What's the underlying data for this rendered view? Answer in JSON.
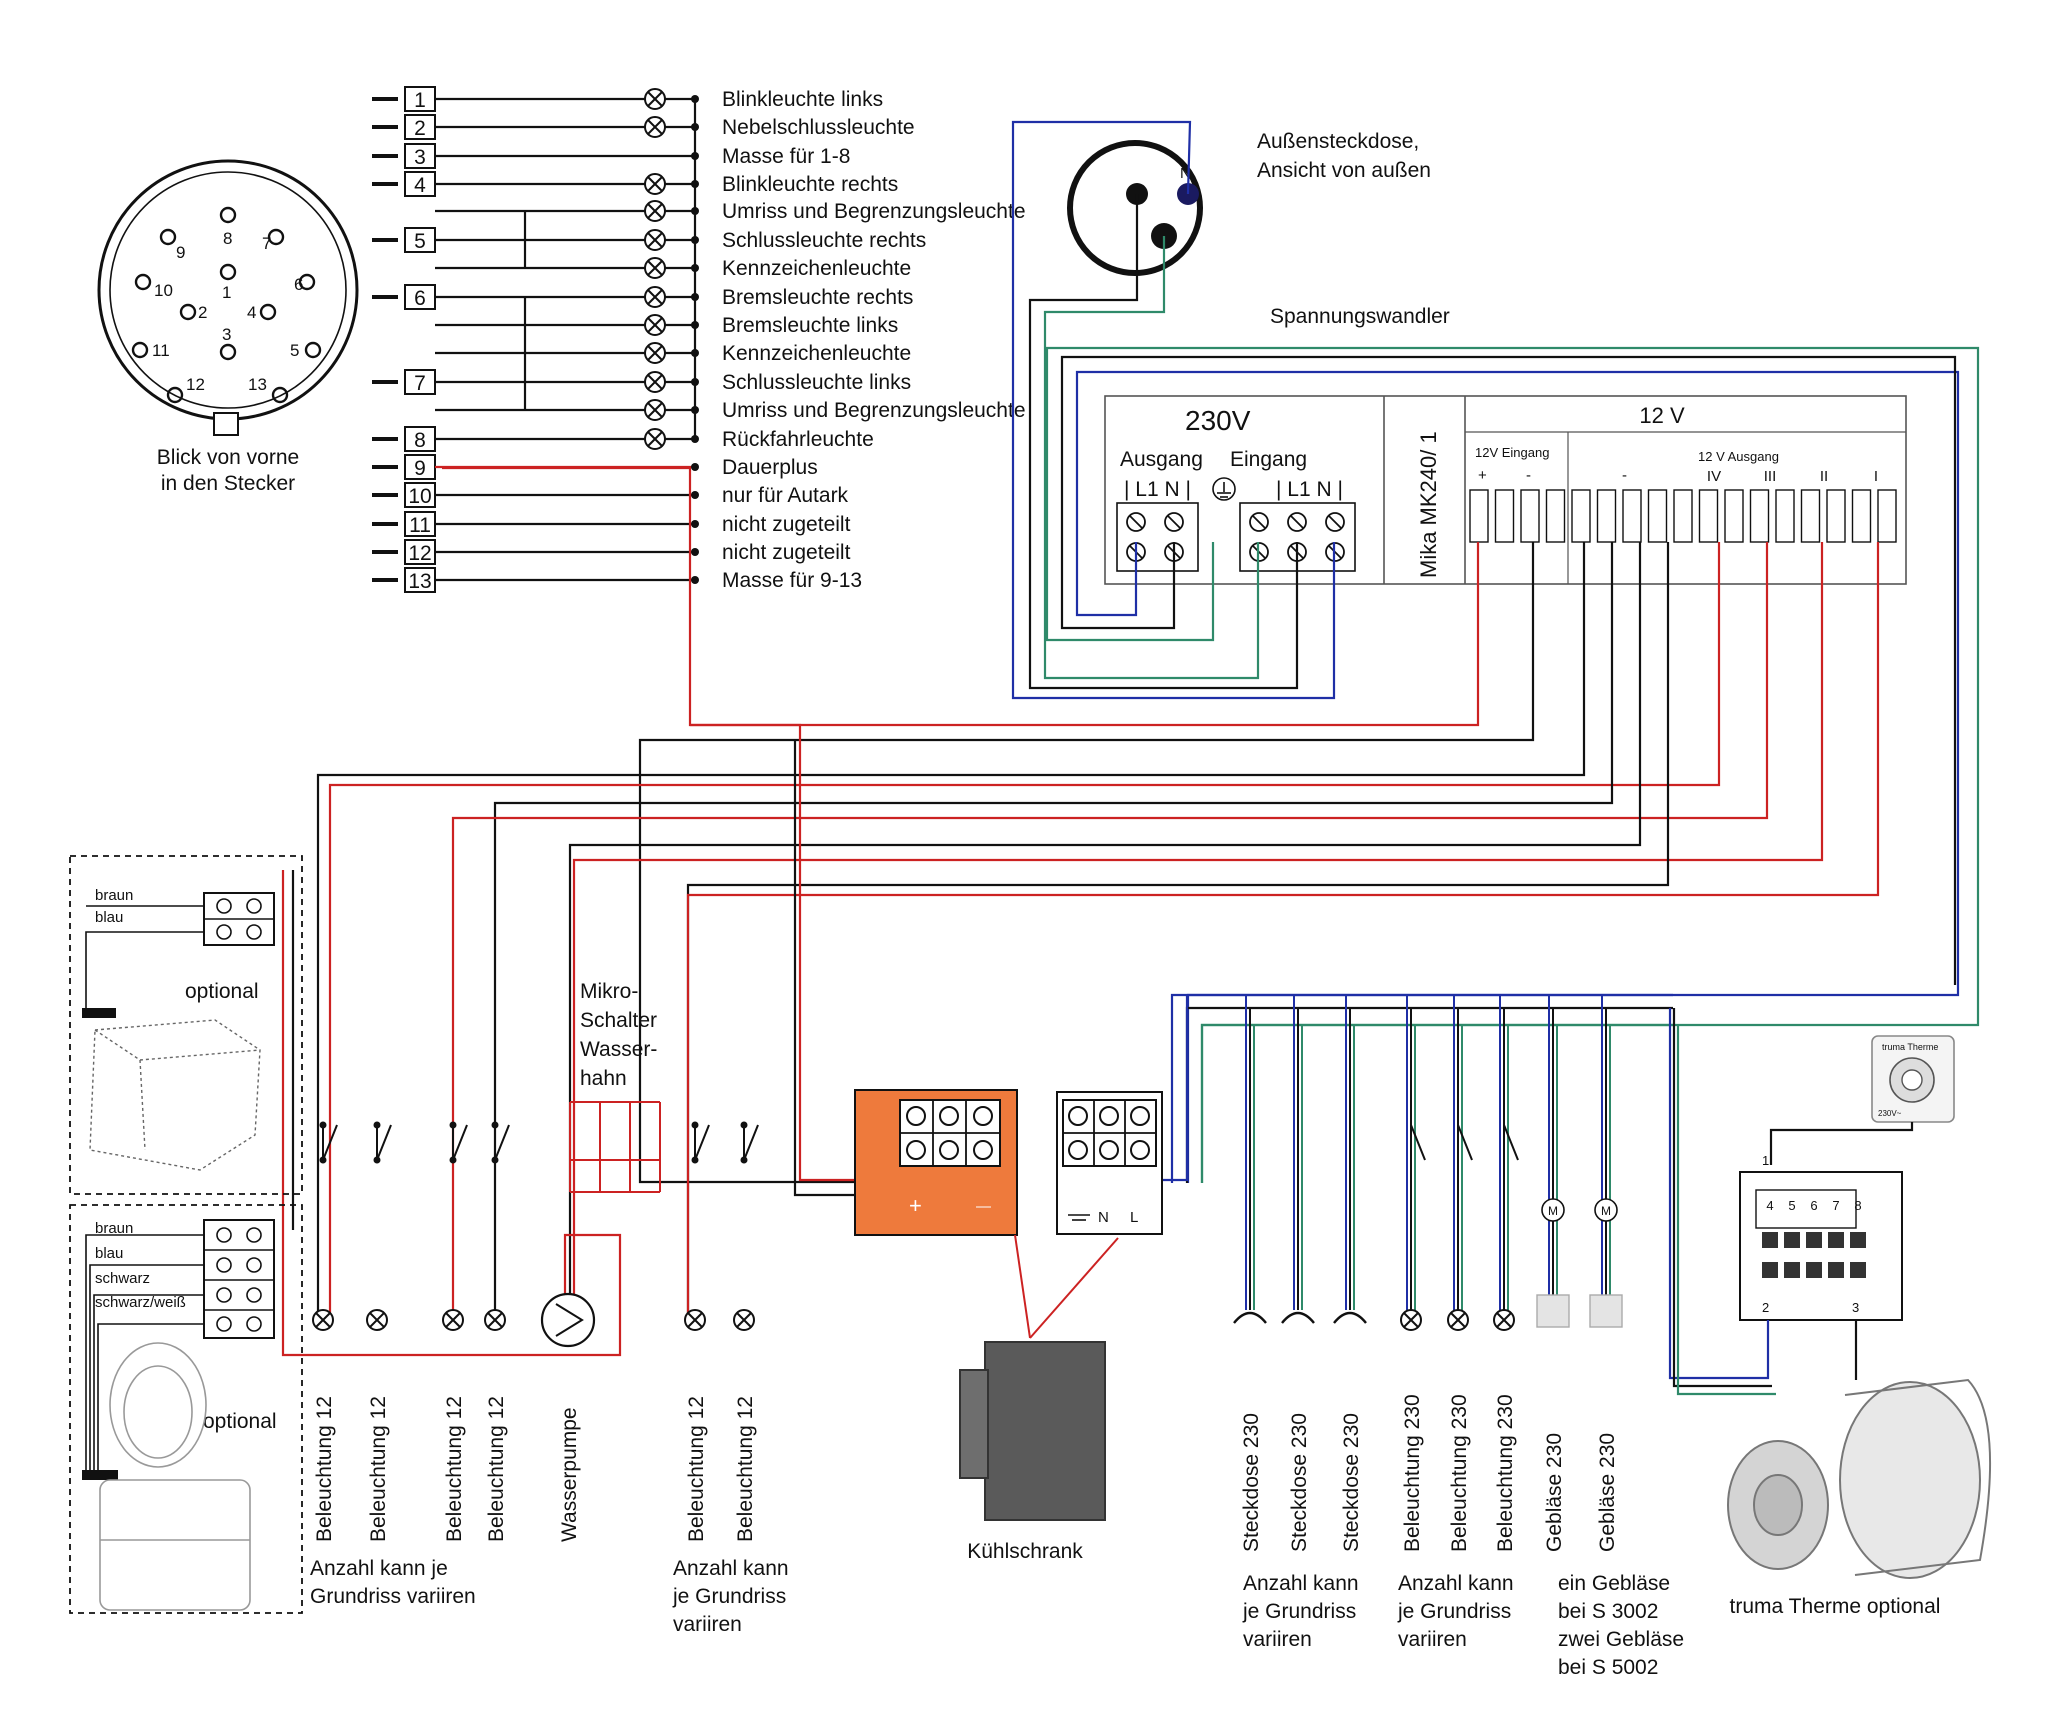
{
  "plug": {
    "pins": [
      "1",
      "2",
      "3",
      "4",
      "5",
      "6",
      "7",
      "8",
      "9",
      "10",
      "11",
      "12",
      "13"
    ],
    "caption_line1": "Blick von vorne",
    "caption_line2": "in den Stecker"
  },
  "plug_connectors": [
    "1",
    "2",
    "3",
    "4",
    "5",
    "6",
    "7",
    "8",
    "9",
    "10",
    "11",
    "12",
    "13"
  ],
  "plug_functions": [
    "Blinkleuchte links",
    "Nebelschlussleuchte",
    "Masse für 1-8",
    "Blinkleuchte rechts",
    "Umriss und Begrenzungsleuchte",
    "Schlussleuchte rechts",
    "Kennzeichenleuchte",
    "Bremsleuchte rechts",
    "Bremsleuchte links",
    "Kennzeichenleuchte",
    "Schlussleuchte links",
    "Umriss und Begrenzungsleuchte",
    "Rückfahrleuchte",
    "Dauerplus",
    "nur für Autark",
    "nicht zugeteilt",
    "nicht zugeteilt",
    "Masse für 9-13"
  ],
  "socket": {
    "title_line1": "Außensteckdose,",
    "title_line2": "Ansicht von außen",
    "pin_n": "N"
  },
  "converter": {
    "title": "Spannungswandler",
    "voltage_230": "230V",
    "ausgang": "Ausgang",
    "eingang": "Eingang",
    "terminals_out": "| L1 N |",
    "terminals_in": "| L1 N |",
    "model": "Mika MK240/ 1",
    "voltage_12": "12 V",
    "in_12v": "12V Eingang",
    "out_12v": "12 V Ausgang",
    "plus": "+",
    "minus": "-",
    "minus_out": "-",
    "outputs": [
      "IV",
      "III",
      "II",
      "I"
    ]
  },
  "left_loads": [
    "Beleuchtung 12",
    "Beleuchtung 12",
    "Beleuchtung 12",
    "Beleuchtung 12",
    "Wasserpumpe",
    "Beleuchtung 12",
    "Beleuchtung 12"
  ],
  "left_note_1": [
    "Anzahl kann je",
    "Grundriss variiren"
  ],
  "left_note_2": [
    "Anzahl kann",
    "je Grundriss",
    "variiren"
  ],
  "micro_switch": [
    "Mikro-",
    "Schalter",
    "Wasser-",
    "hahn"
  ],
  "optional_box_1": {
    "wires": [
      "braun",
      "blau"
    ],
    "label": "optional"
  },
  "optional_box_2": {
    "wires": [
      "braun",
      "blau",
      "schwarz",
      "schwarz/weiß"
    ],
    "label": "optional"
  },
  "fridge": {
    "label": "Kühlschrank",
    "plus": "+",
    "minus": "—",
    "n": "N",
    "l": "L"
  },
  "right_loads": [
    "Steckdose 230",
    "Steckdose 230",
    "Steckdose 230",
    "Beleuchtung 230",
    "Beleuchtung 230",
    "Beleuchtung 230",
    "Gebläse 230",
    "Gebläse 230"
  ],
  "motor_symbol": "M",
  "right_note_1": [
    "Anzahl kann",
    "je Grundriss",
    "variiren"
  ],
  "right_note_2": [
    "Anzahl kann",
    "je Grundriss",
    "variiren"
  ],
  "fan_note": [
    "ein Gebläse",
    "bei S 3002",
    "zwei Gebläse",
    "bei S 5002"
  ],
  "truma": {
    "label": "truma Therme optional",
    "badge": "truma Therme",
    "volt": "230V~",
    "terminals": [
      "4",
      "5",
      "6",
      "7",
      "8"
    ],
    "terminal_1": "1",
    "terminal_2": "2",
    "terminal_3": "3"
  },
  "colors": {
    "black": "#111111",
    "red": "#cc2222",
    "blue": "#1f2fa6",
    "green": "#2f8a6a",
    "fridge_orange": "#ee7a3c"
  }
}
